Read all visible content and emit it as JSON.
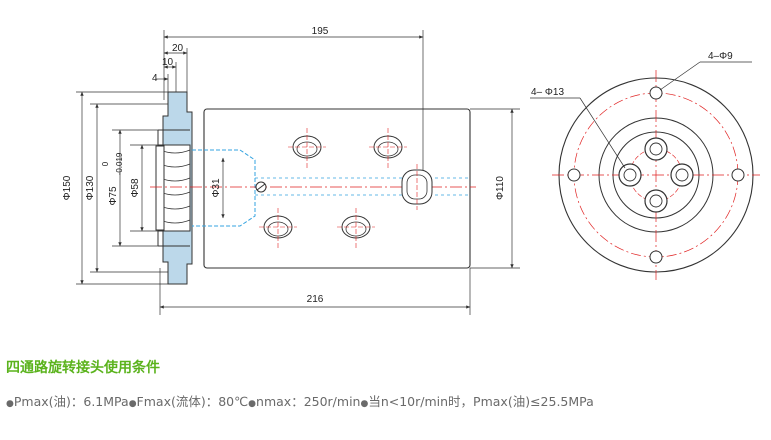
{
  "drawing": {
    "dimensions": {
      "length_total": "195",
      "length_body": "216",
      "flange_width": "20",
      "flange_step": "10",
      "flange_lip": "4",
      "dia_flange": "Φ150",
      "dia_bolt_circle": "Φ130",
      "dia_spigot": "Φ75",
      "tol_upper": "0",
      "tol_lower": "-0.019",
      "dia_bore": "Φ58",
      "dia_shaft": "Φ31",
      "dia_body": "Φ110"
    },
    "callouts": {
      "mount_holes": "4–Φ9",
      "port_holes": "4– Φ13"
    },
    "colors": {
      "line": "#333333",
      "centerline": "#e02020",
      "hidden": "#33a3e0",
      "flange_fill": "#bcd8ea"
    }
  },
  "specs": {
    "title": "四通路旋转接头使用条件",
    "items": [
      "Pmax(油)：6.1MPa",
      "Fmax(流体)：80℃",
      "nmax：250r/min",
      "当n<10r/min时，Pmax(油)≤25.5MPa"
    ]
  }
}
